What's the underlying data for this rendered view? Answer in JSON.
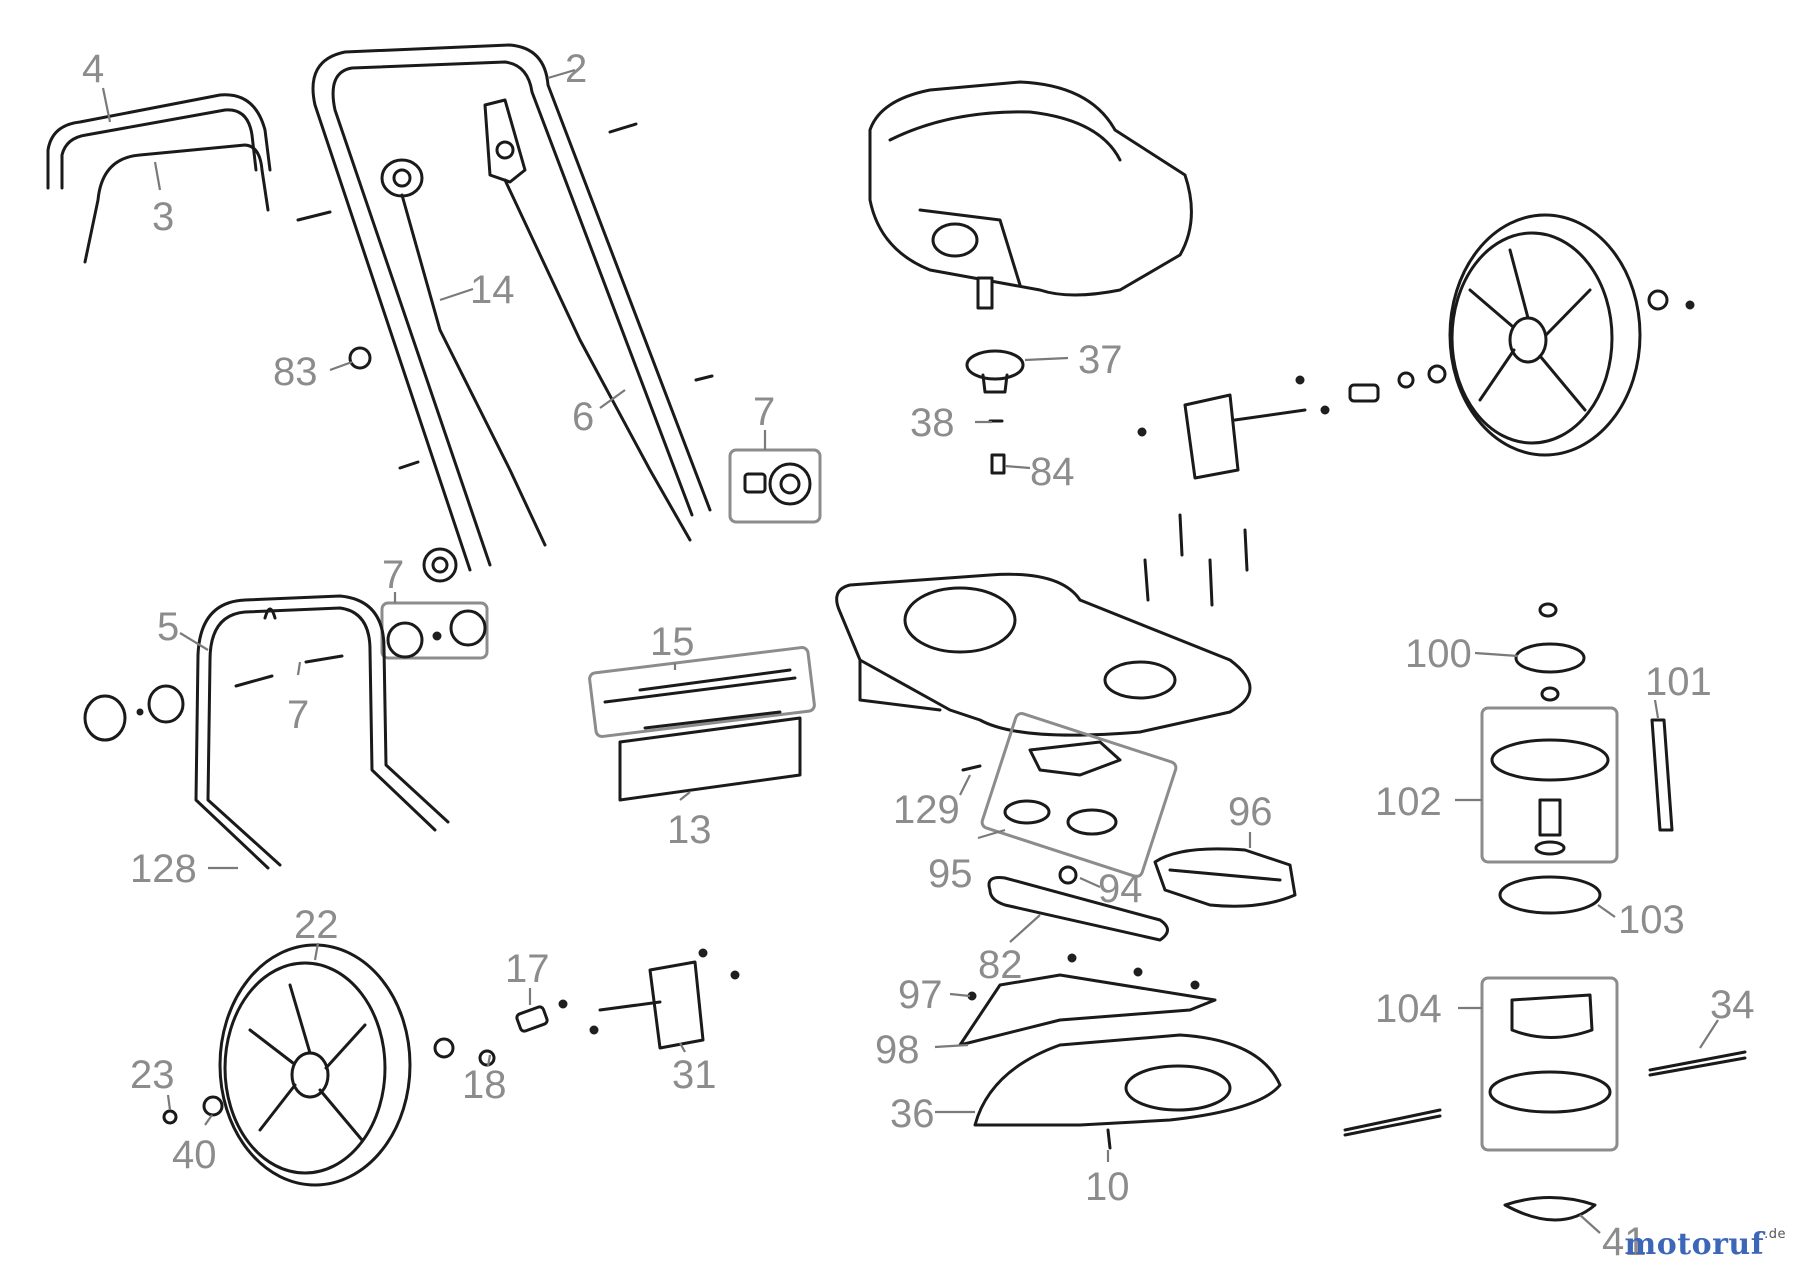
{
  "callouts": [
    "4",
    "2",
    "3",
    "14",
    "83",
    "6",
    "7",
    "7",
    "5",
    "7",
    "15",
    "13",
    "128",
    "22",
    "17",
    "18",
    "31",
    "23",
    "40",
    "37",
    "38",
    "84",
    "129",
    "95",
    "96",
    "94",
    "82",
    "97",
    "98",
    "36",
    "10",
    "100",
    "101",
    "102",
    "103",
    "104",
    "34",
    "41"
  ],
  "watermark": {
    "main": "motoruf",
    "suffix": ".de",
    "brand_blue": "#3d66b8",
    "brand_orange": "#d0922e"
  },
  "colors": {
    "line": "#1a1a1a",
    "callout": "#8c8c8c"
  }
}
